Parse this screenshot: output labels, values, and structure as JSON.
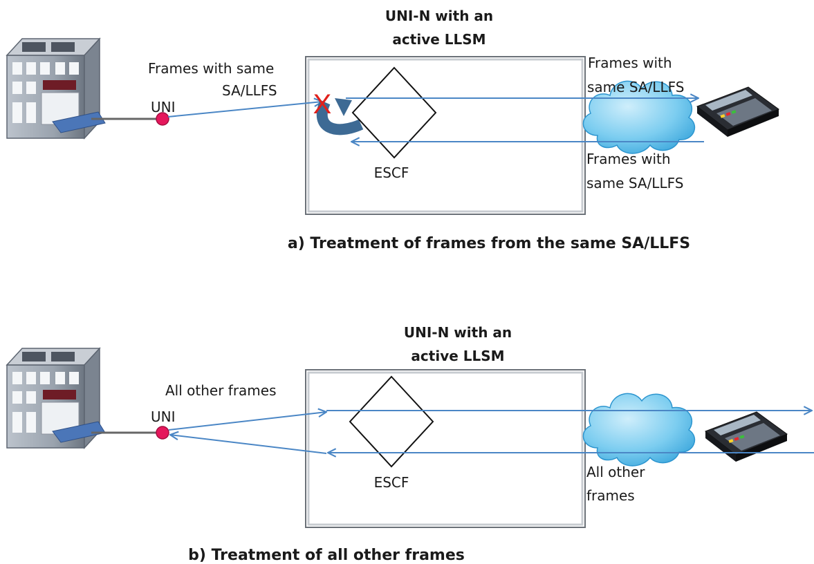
{
  "panel_a": {
    "box_title": [
      "UNI-N with an",
      "active LLSM"
    ],
    "in_label": [
      "Frames with same",
      "SA/LLFS"
    ],
    "uni_label": "UNI",
    "escf_label": "ESCF",
    "out_label": [
      "Frames with",
      "same SA/LLFS"
    ],
    "return_label": [
      "Frames with",
      "same SA/LLFS"
    ],
    "drop_mark": "X",
    "caption": "a) Treatment of frames from the same SA/LLFS"
  },
  "panel_b": {
    "box_title": [
      "UNI-N with an",
      "active LLSM"
    ],
    "in_label": "All other frames",
    "uni_label": "UNI",
    "escf_label": "ESCF",
    "return_label": [
      "All other",
      "frames"
    ],
    "caption": "b) Treatment of all other frames"
  },
  "colors": {
    "arrow": "#4a86c5",
    "uni_dot": "#e5175c",
    "cloud": "#3aa8e0",
    "drop_mark": "#e0201b",
    "loop_arrow": "#3d6a94"
  }
}
